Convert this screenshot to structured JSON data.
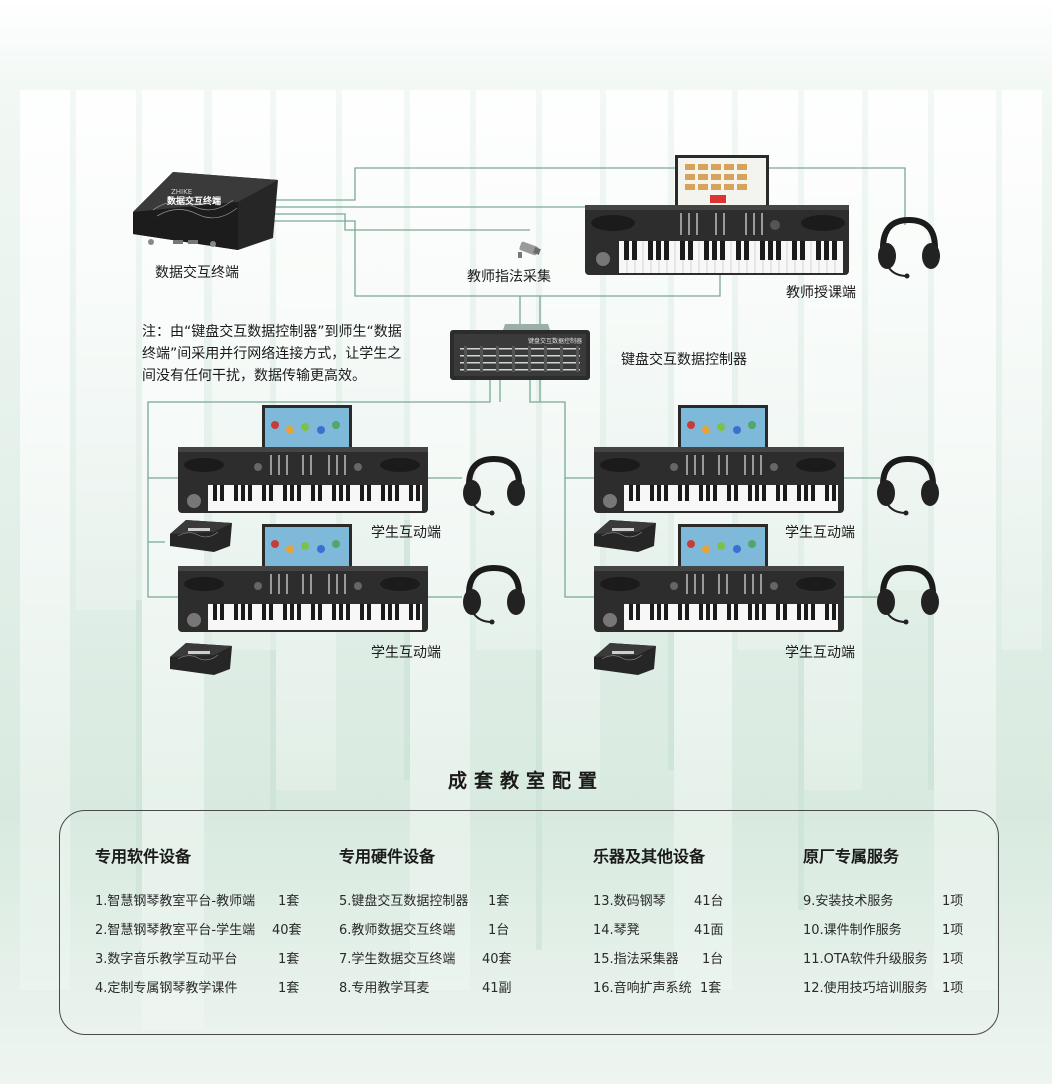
{
  "labels": {
    "data_terminal": "数据交互终端",
    "teacher_capture": "教师指法采集",
    "teacher_station": "教师授课端",
    "keyboard_controller": "键盘交互数据控制器",
    "student_station": "学生互动端"
  },
  "device_text": {
    "terminal_brand": "ZHIKE",
    "terminal_name": "数据交互终端",
    "controller_name": "键盘交互数据控制器"
  },
  "note": "注：由“键盘交互数据控制器”到师生“数据终端”间采用并行网络连接方式，让学生之间没有任何干扰，数据传输更高效。",
  "config_title": "成套教室配置",
  "columns": [
    {
      "heading": "专用软件设备",
      "items": [
        {
          "name": "1.智慧钢琴教室平台-教师端",
          "qty": "1套"
        },
        {
          "name": "2.智慧钢琴教室平台-学生端",
          "qty": "40套"
        },
        {
          "name": "3.数字音乐教学互动平台",
          "qty": "1套"
        },
        {
          "name": "4.定制专属钢琴教学课件",
          "qty": "1套"
        }
      ]
    },
    {
      "heading": "专用硬件设备",
      "items": [
        {
          "name": "5.键盘交互数据控制器",
          "qty": "1套"
        },
        {
          "name": "6.教师数据交互终端",
          "qty": "1台"
        },
        {
          "name": "7.学生数据交互终端",
          "qty": "40套"
        },
        {
          "name": "8.专用教学耳麦",
          "qty": "41副"
        }
      ]
    },
    {
      "heading": "乐器及其他设备",
      "items": [
        {
          "name": "13.数码钢琴",
          "qty": "41台"
        },
        {
          "name": "14.琴凳",
          "qty": "41面"
        },
        {
          "name": "15.指法采集器",
          "qty": "1台"
        },
        {
          "name": "16.音响扩声系统",
          "qty": "1套"
        }
      ]
    },
    {
      "heading": "原厂专属服务",
      "items": [
        {
          "name": "9.安装技术服务",
          "qty": "1项"
        },
        {
          "name": "10.课件制作服务",
          "qty": "1项"
        },
        {
          "name": "11.OTA软件升级服务",
          "qty": "1项"
        },
        {
          "name": "12.使用技巧培训服务",
          "qty": "1项"
        }
      ]
    }
  ],
  "colors": {
    "accent_green": "#8fb8a6",
    "line_green": "#7aa896",
    "device_dark": "#2b2b2b",
    "bg_green": "#dcebe3"
  }
}
